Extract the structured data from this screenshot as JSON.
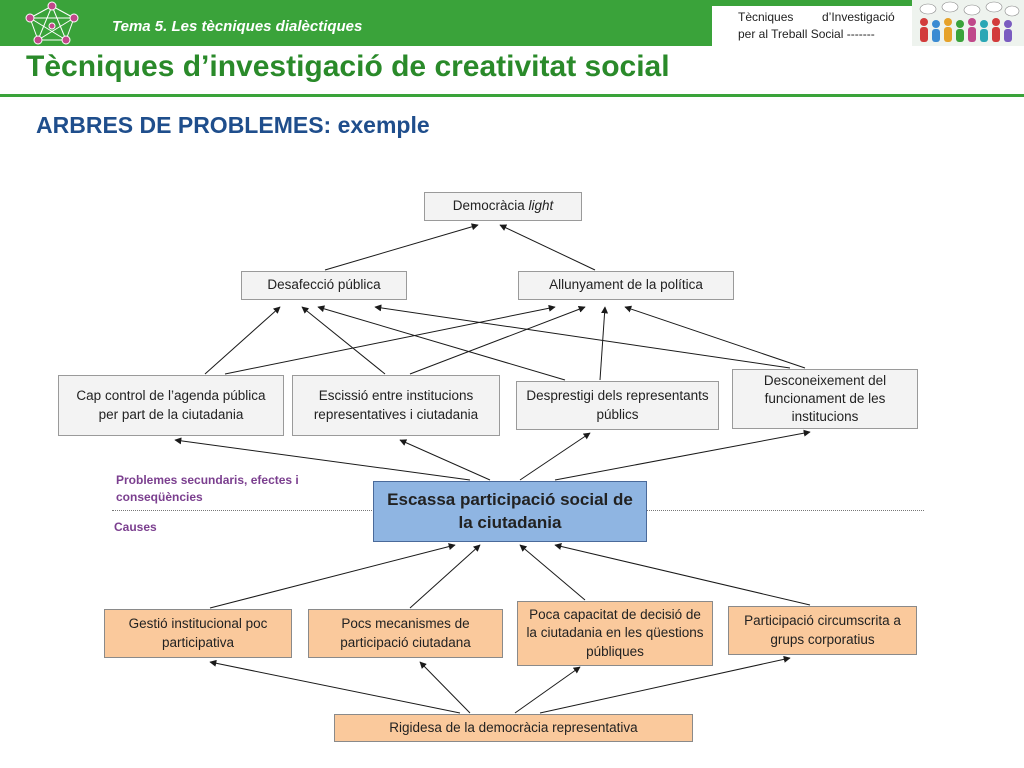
{
  "header": {
    "tema": "Tema 5. Les tècniques dialèctiques",
    "course_line1_a": "Tècniques",
    "course_line1_b": "d’Investigació",
    "course_line2": "per al Treball Social -------"
  },
  "title": "Tècniques d’investigació de creativitat social",
  "subtitle": "ARBRES DE PROBLEMES: exemple",
  "tree": {
    "top": {
      "text": "Democràcia ",
      "emph": "light"
    },
    "effects": [
      "Desafecció pública",
      "Allunyament de la política"
    ],
    "secondary": [
      "Cap control de l’agenda pública per part de la ciutadania",
      "Escissió entre institucions representatives i ciutadania",
      "Desprestigi dels representants públics",
      "Desconeixement del funcionament de les institucions"
    ],
    "central": "Escassa participació social de la ciutadania",
    "causes": [
      "Gestió institucional poc participativa",
      "Pocs mecanismes de participació ciutadana",
      "Poca capacitat de decisió de la ciutadania en les qüestions públiques",
      "Participació circumscrita a grups corporatius"
    ],
    "root": "Rigidesa de la democràcia representativa"
  },
  "labels": {
    "secondary": "Problemes secundaris, efectes i conseqüències",
    "causes": "Causes"
  }
}
